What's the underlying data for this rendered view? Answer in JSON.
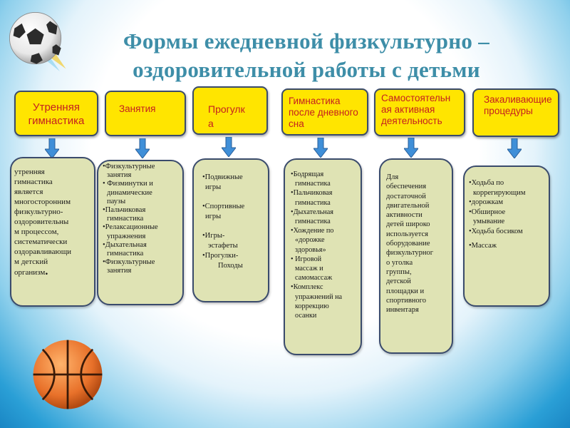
{
  "title": {
    "line1": "Формы ежедневной физкультурно –",
    "line2": "оздоровительной работы с детьми"
  },
  "icons": [
    "soccer-ball-icon",
    "basketball-icon",
    "arrow-down-icon"
  ],
  "colors": {
    "title": "#3e8ea8",
    "header_fill": "#ffe500",
    "header_text": "#c42020",
    "box_border": "#3a4b6c",
    "content_fill": "#dfe3b4",
    "arrow": "#3f8fd8"
  },
  "columns": [
    {
      "header_lines": [
        "Утренняя",
        "гимнастика"
      ],
      "text_lines": [
        "утренняя",
        "гимнастика",
        "является",
        "многосторонним",
        "физкультурно-",
        "оздоровительны",
        "м процессом,",
        "систематически",
        "оздоравливающи",
        "м детский",
        "организм"
      ],
      "trailing": "."
    },
    {
      "header_lines": [
        "Занятия"
      ],
      "items": [
        [
          "•Физкультурные",
          "занятия"
        ],
        [
          "• Физминутки и",
          "динамические",
          "паузы"
        ],
        [
          "•Пальчиковая",
          "гимнастика"
        ],
        [
          "•Релаксационные",
          "упражнения"
        ],
        [
          "•Дыхательная",
          "гимнастика"
        ],
        [
          "•Физкультурные",
          "занятия"
        ]
      ]
    },
    {
      "header_lines": [
        "Прогулк",
        "а"
      ],
      "items": [
        [
          "•Подвижные",
          "игры"
        ],
        [
          "•Спортивные",
          "игры"
        ],
        [
          "•Игры-",
          "эстафеты"
        ],
        [
          "•Прогулки-",
          "Походы"
        ]
      ]
    },
    {
      "header_lines": [
        "Гимнастика",
        "после дневного",
        "сна"
      ],
      "items": [
        [
          "•Бодрящая",
          "гимнастика"
        ],
        [
          "•Пальчиковая",
          "гимнастика"
        ],
        [
          "•Дыхательная",
          "гимнастика"
        ],
        [
          "•Хождение по",
          "«дорожке",
          "здоровья»"
        ],
        [
          "• Игровой",
          "массаж и",
          "самомассаж"
        ],
        [
          "•Комплекс",
          "упражнений на",
          "коррекцию",
          "осанки"
        ]
      ]
    },
    {
      "header_lines": [
        "Самостоятельн",
        "ая активная",
        "деятельность"
      ],
      "text_lines": [
        "Для",
        "обеспечения",
        "достаточной",
        "двигательной",
        "активности",
        "детей широко",
        "используется",
        "оборудование",
        "физкультурног",
        "о уголка",
        "группы,",
        "детской",
        "площадки и",
        "спортивного",
        "инвентаря"
      ]
    },
    {
      "header_lines": [
        "Закаливающие",
        "процедуры"
      ],
      "items": [
        [
          "•Ходьба по",
          "коррегирующим"
        ],
        [
          "•дорожкам"
        ],
        [
          "•Обширное",
          "умывание"
        ],
        [
          "•Ходьба босиком"
        ],
        [
          "•Массаж"
        ]
      ]
    }
  ]
}
